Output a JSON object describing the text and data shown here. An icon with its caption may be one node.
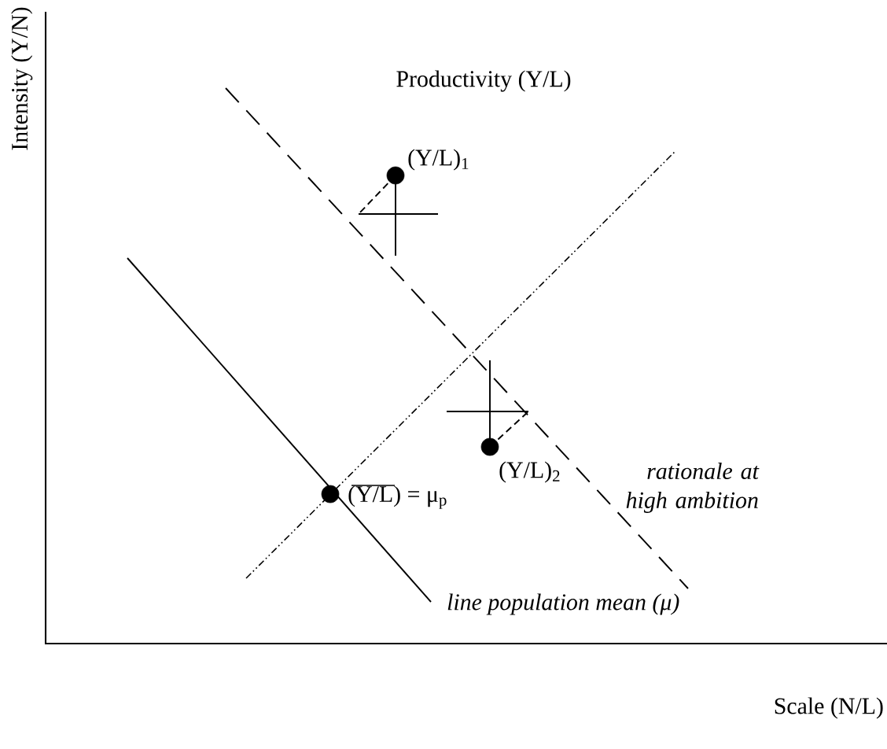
{
  "diagram": {
    "nodes": [
      {
        "text": [],
        "shape": "circle",
        "beside": [
          "(Y/L)$_{1}$"
        ]
      },
      {
        "text": [],
        "shape": "circle",
        "beside": [
          "(Y/L)$_{2}$"
        ]
      },
      {
        "text": [],
        "shape": "circle",
        "beside": [
          "(Y/L) = μ$_{p}$"
        ]
      }
    ],
    "labels": [
      "Intensity (Y/N)",
      "Productivity (Y/L)",
      "rationale at high ambition",
      "line population mean (μ)",
      "Scale (N/L)"
    ]
  }
}
